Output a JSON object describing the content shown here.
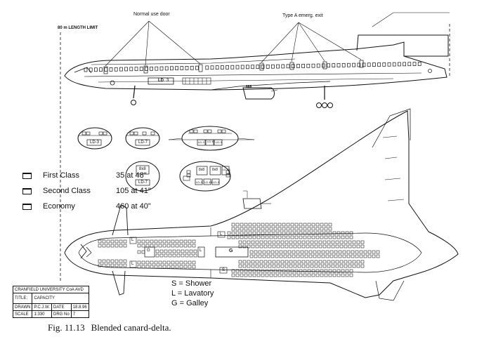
{
  "labels": {
    "normal_door": "Normal use door",
    "type_a_exit": "Type A emerg. exit",
    "length_limit": "80 m LENGTH LIMIT",
    "ld3": "LD-3",
    "ld7": "LD-7",
    "ld45": "LD 45",
    "bx8": "8x8",
    "galley": "G",
    "lav": "L",
    "shower": "S",
    "side_ld": "LD",
    "side_3": "3",
    "nacelle": "888"
  },
  "legend": [
    {
      "class": "First Class",
      "spec": "35 at 48\""
    },
    {
      "class": "Second Class",
      "spec": "105 at 41\""
    },
    {
      "class": "Economy",
      "spec": "460 at 40\""
    }
  ],
  "key": [
    "S = Shower",
    "L = Lavatory",
    "G = Galley"
  ],
  "title_block": {
    "org": "CRANFIELD UNIVERSITY  CoA  AVD",
    "title_label": "TITLE:",
    "title_value": "CAPACITY",
    "drawn_label": "DRAWN",
    "drawn_value": "P.C.J.W.",
    "date_label": "DATE",
    "date_value": "18.8.96",
    "scale_label": "SCALE",
    "scale_value": "1:330",
    "drg_label": "DRG No",
    "drg_value": "7"
  },
  "caption": {
    "number": "Fig. 11.13",
    "text": "Blended canard-delta."
  }
}
